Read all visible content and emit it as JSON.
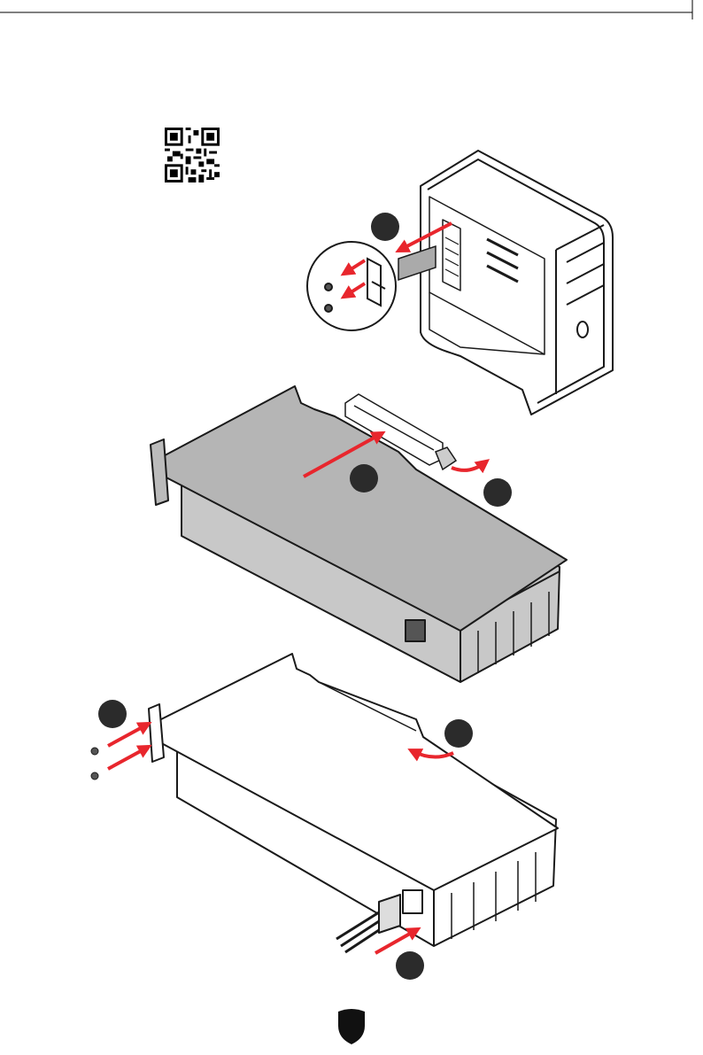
{
  "page": {
    "qr_code_icon": "qr-code-icon",
    "logo_icon": "shield-logo-icon"
  },
  "colors": {
    "arrow": "#e8262d",
    "line": "#1a1a1a",
    "card_fill": "#c8c8c8",
    "step_marker": "#2b2b2b"
  },
  "steps": [
    {
      "id": "remove-slot-cover",
      "icon": "step-marker-icon"
    },
    {
      "id": "insert-card",
      "icon": "step-marker-icon"
    },
    {
      "id": "open-latch",
      "icon": "step-marker-icon"
    },
    {
      "id": "secure-screws",
      "icon": "step-marker-icon"
    },
    {
      "id": "close-latch",
      "icon": "step-marker-icon"
    },
    {
      "id": "connect-power",
      "icon": "step-marker-icon"
    }
  ]
}
